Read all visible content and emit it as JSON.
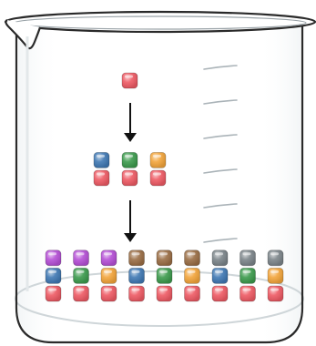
{
  "colors": {
    "red": "#ee5a64",
    "blue": "#3f78b3",
    "green": "#3b9a4c",
    "orange": "#f2a43a",
    "purple": "#b54fd6",
    "brown": "#9a6d44",
    "gray": "#7b8489",
    "glass_outline": "#2a2a2a",
    "graduation": "#aab3b8",
    "arrow": "#111111"
  },
  "stages": [
    {
      "name": "single-monomer",
      "columns": [
        [
          "red"
        ]
      ]
    },
    {
      "name": "nucleotide-triplet",
      "columns": [
        [
          "red",
          "blue"
        ],
        [
          "red",
          "green"
        ],
        [
          "red",
          "orange"
        ]
      ]
    },
    {
      "name": "assembled-strands",
      "columns": [
        [
          "red",
          "blue",
          "purple"
        ],
        [
          "red",
          "green",
          "purple"
        ],
        [
          "red",
          "orange",
          "purple"
        ],
        [
          "red",
          "blue",
          "brown"
        ],
        [
          "red",
          "green",
          "brown"
        ],
        [
          "red",
          "orange",
          "brown"
        ],
        [
          "red",
          "blue",
          "gray"
        ],
        [
          "red",
          "green",
          "gray"
        ],
        [
          "red",
          "orange",
          "gray"
        ]
      ]
    }
  ],
  "graduation_marks": 6,
  "arrows": 2
}
